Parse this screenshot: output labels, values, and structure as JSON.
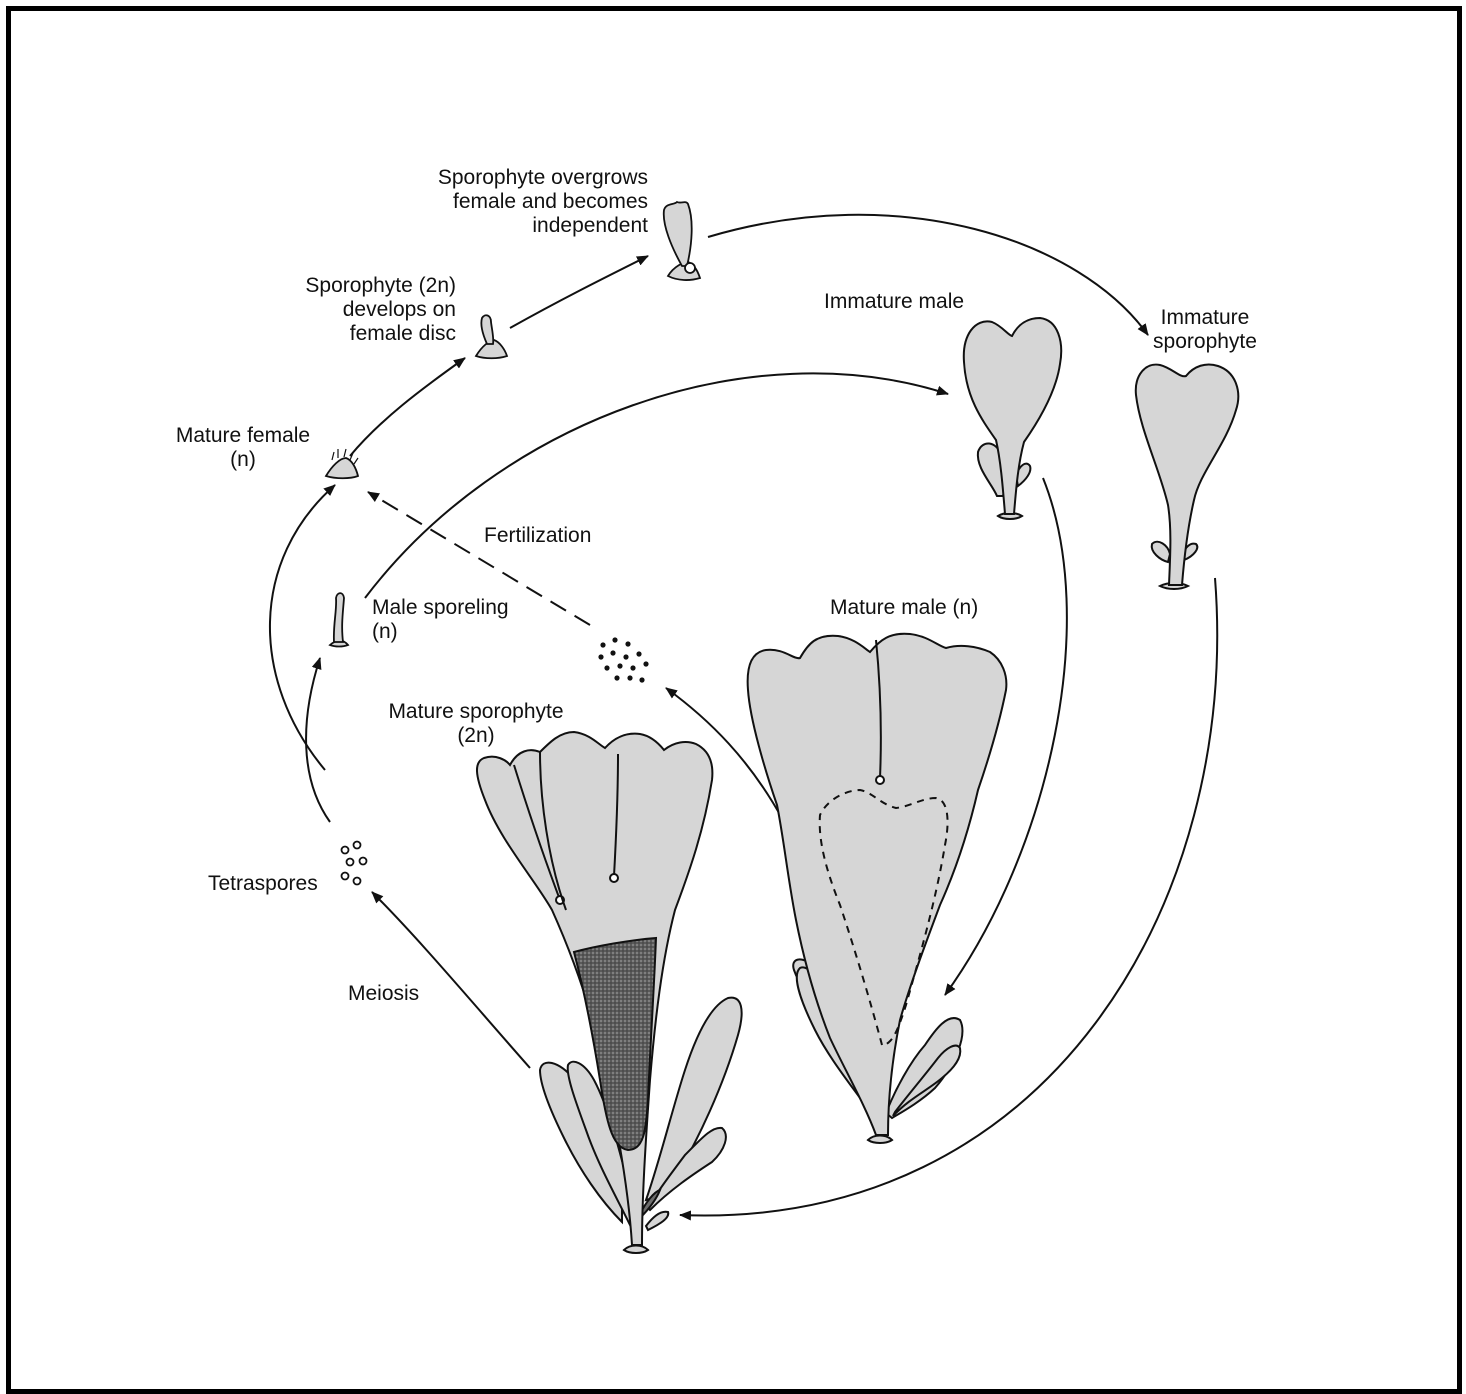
{
  "labels": {
    "sporophyte_overgrows": "Sporophyte overgrows\nfemale and becomes\nindependent",
    "sporophyte_develops": "Sporophyte (2n)\ndevelops on\nfemale disc",
    "immature_male": "Immature male",
    "immature_sporophyte": "Immature\nsporophyte",
    "mature_female": "Mature female\n(n)",
    "fertilization": "Fertilization",
    "male_sporeling": "Male sporeling\n(n)",
    "mature_male": "Mature male (n)",
    "mature_sporophyte": "Mature sporophyte\n(2n)",
    "tetraspores": "Tetraspores",
    "meiosis": "Meiosis"
  },
  "colors": {
    "ink": "#111111",
    "thallus_fill": "#d6d6d6",
    "reproductive_fill": "#6e6e6e",
    "border": "#000000"
  }
}
